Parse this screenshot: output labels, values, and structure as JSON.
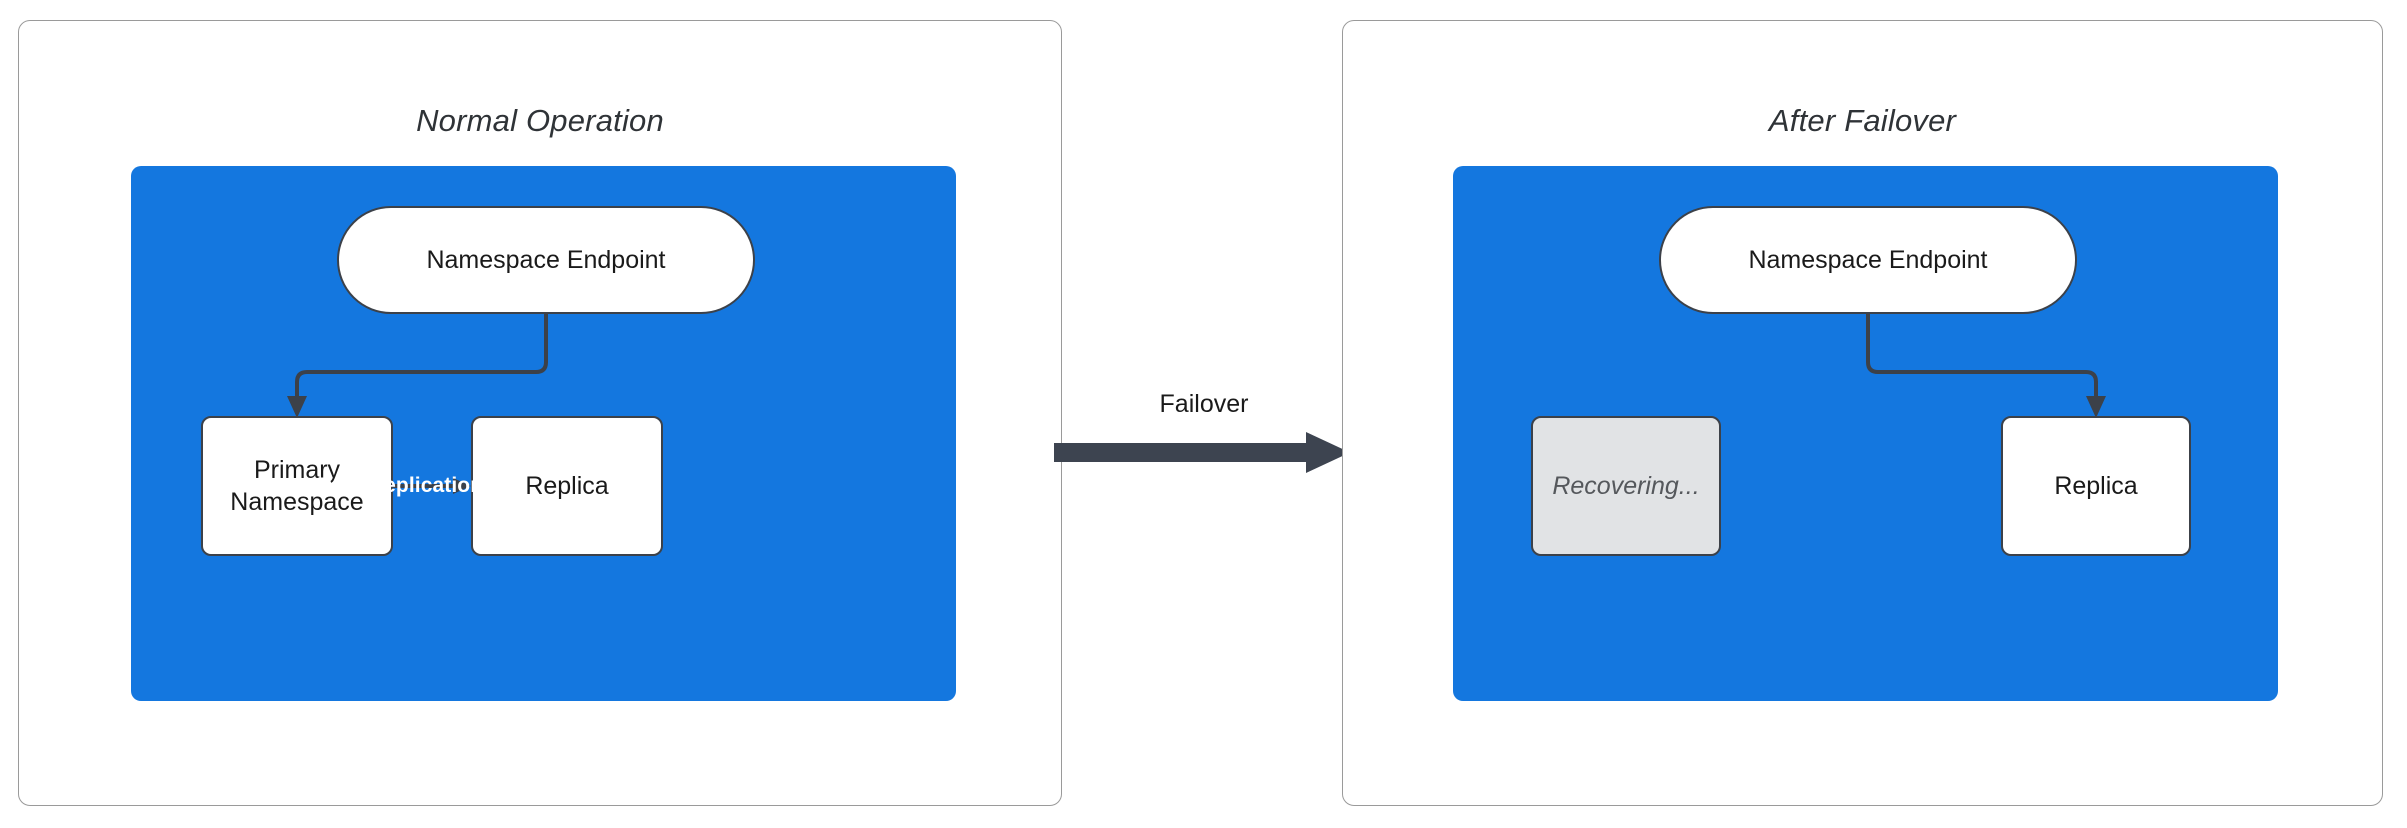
{
  "diagram": {
    "title_left": "Normal Operation",
    "title_right": "After Failover",
    "transition_label": "Failover",
    "colors": {
      "region_blue": "#1477df",
      "node_stroke": "#3c4149",
      "node_fill": "#ffffff",
      "muted_fill": "#e1e3e5",
      "muted_text": "#55585c",
      "panel_border": "#9a9a9a",
      "arrow": "#3d4450",
      "replication_label": "#ffffff"
    },
    "panels": [
      {
        "id": "normal-operation",
        "title": "Normal Operation",
        "nodes": [
          {
            "id": "endpoint-left",
            "label": "Namespace Endpoint",
            "shape": "pill",
            "state": "active"
          },
          {
            "id": "primary-left",
            "label": "Primary\nNamespace",
            "line1": "Primary",
            "line2": "Namespace",
            "shape": "rect",
            "state": "active"
          },
          {
            "id": "replica-left",
            "label": "Replica",
            "shape": "rect",
            "state": "active"
          }
        ],
        "edges": [
          {
            "from": "endpoint-left",
            "to": "primary-left",
            "label": "",
            "style": "elbow-arrow"
          },
          {
            "from": "primary-left",
            "to": "replica-left",
            "label": "Data Replication",
            "style": "straight-arrow"
          }
        ]
      },
      {
        "id": "after-failover",
        "title": "After Failover",
        "nodes": [
          {
            "id": "endpoint-right",
            "label": "Namespace Endpoint",
            "shape": "pill",
            "state": "active"
          },
          {
            "id": "recovering-right",
            "label": "Recovering...",
            "shape": "rect",
            "state": "recovering"
          },
          {
            "id": "replica-right",
            "label": "Replica",
            "shape": "rect",
            "state": "active"
          }
        ],
        "edges": [
          {
            "from": "endpoint-right",
            "to": "replica-right",
            "label": "",
            "style": "elbow-arrow"
          }
        ]
      }
    ]
  }
}
